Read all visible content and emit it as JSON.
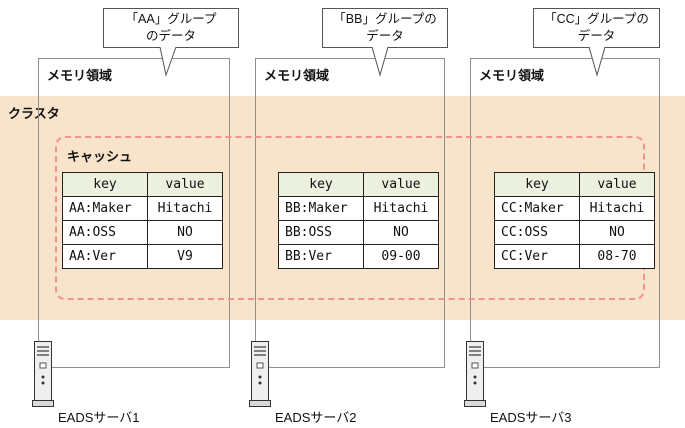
{
  "labels": {
    "cluster": "クラスタ",
    "cache": "キャッシュ",
    "memory": "メモリ領域"
  },
  "callouts": [
    {
      "line1": "「AA」グループ",
      "line2": "のデータ"
    },
    {
      "line1": "「BB」グループの",
      "line2": "データ"
    },
    {
      "line1": "「CC」グループの",
      "line2": "データ"
    }
  ],
  "tables": [
    {
      "headers": [
        "key",
        "value"
      ],
      "rows": [
        [
          "AA:Maker",
          "Hitachi"
        ],
        [
          "AA:OSS",
          "NO"
        ],
        [
          "AA:Ver",
          "V9"
        ]
      ]
    },
    {
      "headers": [
        "key",
        "value"
      ],
      "rows": [
        [
          "BB:Maker",
          "Hitachi"
        ],
        [
          "BB:OSS",
          "NO"
        ],
        [
          "BB:Ver",
          "09-00"
        ]
      ]
    },
    {
      "headers": [
        "key",
        "value"
      ],
      "rows": [
        [
          "CC:Maker",
          "Hitachi"
        ],
        [
          "CC:OSS",
          "NO"
        ],
        [
          "CC:Ver",
          "08-70"
        ]
      ]
    }
  ],
  "servers": [
    {
      "label": "EADSサーバ1"
    },
    {
      "label": "EADSサーバ2"
    },
    {
      "label": "EADSサーバ3"
    }
  ],
  "colors": {
    "cluster_band": "#F8E3CB",
    "cache_border": "#F2938C",
    "table_header_bg": "#EBF1DE",
    "memory_box_border": "#8F8F8F"
  }
}
